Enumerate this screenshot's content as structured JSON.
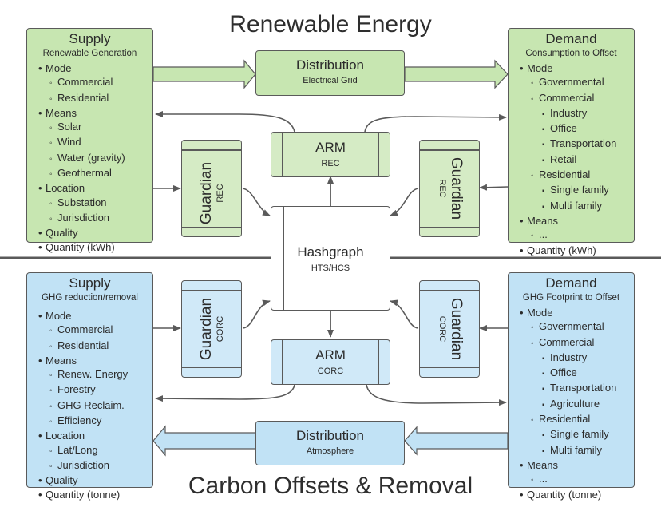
{
  "titles": {
    "top": "Renewable Energy",
    "bottom": "Carbon Offsets & Removal"
  },
  "colors": {
    "renewable_fill": "#c7e6b1",
    "renewable_light": "#d5ebc5",
    "carbon_fill": "#c1e2f5",
    "carbon_light": "#d0e9f8",
    "stroke": "#5a5a5a"
  },
  "renewable": {
    "supply": {
      "title": "Supply",
      "subtitle": "Renewable Generation",
      "items": [
        {
          "label": "Mode",
          "children": [
            {
              "label": "Commercial"
            },
            {
              "label": "Residential"
            }
          ]
        },
        {
          "label": "Means",
          "children": [
            {
              "label": "Solar"
            },
            {
              "label": "Wind"
            },
            {
              "label": "Water (gravity)"
            },
            {
              "label": "Geothermal"
            }
          ]
        },
        {
          "label": "Location",
          "children": [
            {
              "label": "Substation"
            },
            {
              "label": "Jurisdiction"
            }
          ]
        },
        {
          "label": "Quality"
        },
        {
          "label": "Quantity (kWh)"
        }
      ]
    },
    "demand": {
      "title": "Demand",
      "subtitle": "Consumption to Offset",
      "items": [
        {
          "label": "Mode",
          "children": [
            {
              "label": "Governmental"
            },
            {
              "label": "Commercial",
              "children": [
                {
                  "label": "Industry"
                },
                {
                  "label": "Office"
                },
                {
                  "label": "Transportation"
                },
                {
                  "label": "Retail"
                }
              ]
            },
            {
              "label": "Residential",
              "children": [
                {
                  "label": "Single family"
                },
                {
                  "label": "Multi family"
                }
              ]
            }
          ]
        },
        {
          "label": "Means",
          "children": [
            {
              "label": "..."
            }
          ]
        },
        {
          "label": "Quantity (kWh)"
        }
      ]
    },
    "distribution": {
      "title": "Distribution",
      "subtitle": "Electrical Grid"
    },
    "arm": {
      "title": "ARM",
      "subtitle": "REC"
    },
    "guardian_left": {
      "title": "Guardian",
      "subtitle": "REC"
    },
    "guardian_right": {
      "title": "Guardian",
      "subtitle": "REC"
    }
  },
  "hashgraph": {
    "title": "Hashgraph",
    "subtitle": "HTS/HCS"
  },
  "carbon": {
    "supply": {
      "title": "Supply",
      "subtitle": "GHG reduction/removal",
      "items": [
        {
          "label": "Mode",
          "children": [
            {
              "label": "Commercial"
            },
            {
              "label": "Residential"
            }
          ]
        },
        {
          "label": "Means",
          "children": [
            {
              "label": "Renew. Energy"
            },
            {
              "label": "Forestry"
            },
            {
              "label": "GHG Reclaim."
            },
            {
              "label": "Efficiency"
            }
          ]
        },
        {
          "label": "Location",
          "children": [
            {
              "label": "Lat/Long"
            },
            {
              "label": "Jurisdiction"
            }
          ]
        },
        {
          "label": "Quality"
        },
        {
          "label": "Quantity (tonne)"
        }
      ]
    },
    "demand": {
      "title": "Demand",
      "subtitle": "GHG Footprint to Offset",
      "items": [
        {
          "label": "Mode",
          "children": [
            {
              "label": "Governmental"
            },
            {
              "label": "Commercial",
              "children": [
                {
                  "label": "Industry"
                },
                {
                  "label": "Office"
                },
                {
                  "label": "Transportation"
                },
                {
                  "label": "Agriculture"
                }
              ]
            },
            {
              "label": "Residential",
              "children": [
                {
                  "label": "Single family"
                },
                {
                  "label": "Multi family"
                }
              ]
            }
          ]
        },
        {
          "label": "Means",
          "children": [
            {
              "label": "..."
            }
          ]
        },
        {
          "label": "Quantity (tonne)"
        }
      ]
    },
    "distribution": {
      "title": "Distribution",
      "subtitle": "Atmosphere"
    },
    "arm": {
      "title": "ARM",
      "subtitle": "CORC"
    },
    "guardian_left": {
      "title": "Guardian",
      "subtitle": "CORC"
    },
    "guardian_right": {
      "title": "Guardian",
      "subtitle": "CORC"
    }
  }
}
